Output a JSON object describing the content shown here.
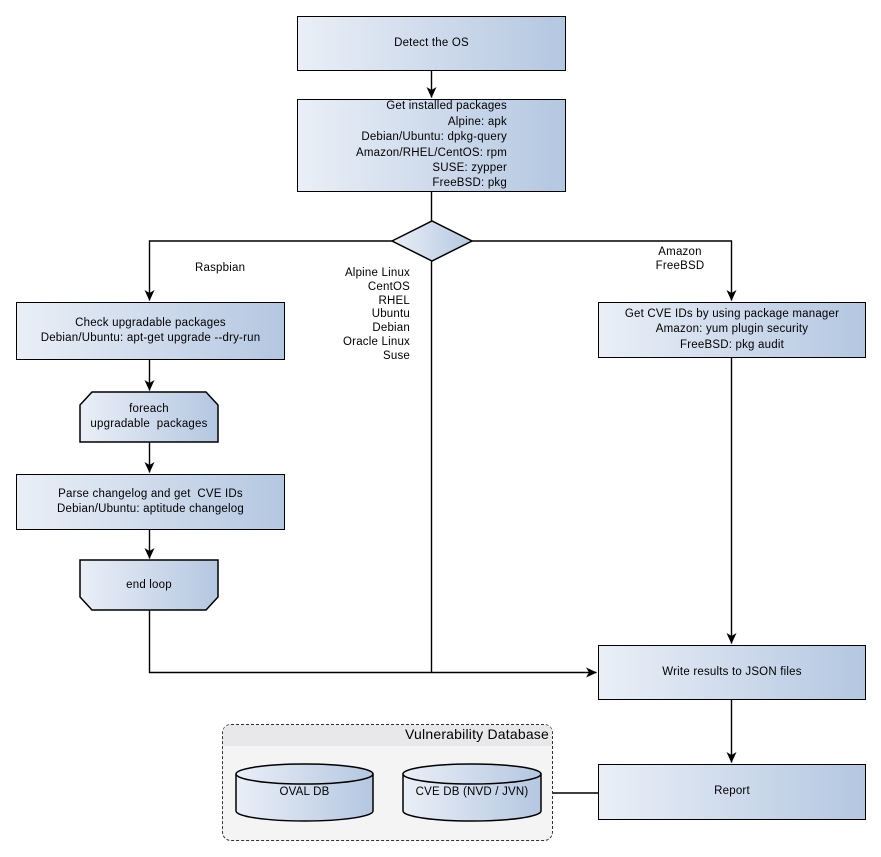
{
  "colors": {
    "node_fill_light": "#eaeff7",
    "node_fill_dark": "#b4c7e1",
    "node_border": "#000000",
    "connector": "#000000",
    "container_fill": "#f4f4f4",
    "container_title_fill": "#e8e8ea",
    "container_border": "#333333",
    "canvas_bg": "#ffffff",
    "text": "#000000"
  },
  "nodes": {
    "detect_os": {
      "label": "Detect the OS"
    },
    "get_installed_packages": {
      "lines": [
        "Get installed packages",
        "Alpine: apk",
        "Debian/Ubuntu: dpkg-query",
        "Amazon/RHEL/CentOS: rpm",
        "SUSE: zypper",
        "FreeBSD: pkg"
      ]
    },
    "check_upgradable": {
      "lines": [
        "Check upgradable packages",
        "Debian/Ubuntu: apt-get upgrade --dry-run"
      ]
    },
    "foreach_loop": {
      "lines": [
        "foreach",
        "upgradable  packages"
      ]
    },
    "parse_changelog": {
      "lines": [
        "Parse changelog and get  CVE IDs",
        "Debian/Ubuntu: aptitude changelog"
      ]
    },
    "end_loop": {
      "label": "end loop"
    },
    "get_cve_ids": {
      "lines": [
        "Get CVE IDs by using package manager",
        "Amazon: yum plugin security",
        "FreeBSD: pkg audit"
      ]
    },
    "write_results": {
      "label": "Write results to JSON files"
    },
    "report": {
      "label": "Report"
    },
    "oval_db": {
      "label": "OVAL DB"
    },
    "cve_db": {
      "label": "CVE DB (NVD / JVN)"
    },
    "vulnerability_database": {
      "title": "Vulnerability Database"
    }
  },
  "edge_labels": {
    "raspbian": "Raspbian",
    "decision_os_list": [
      "Alpine Linux",
      "CentOS",
      "RHEL",
      "Ubuntu",
      "Debian",
      "Oracle Linux",
      "Suse"
    ],
    "amazon_freebsd": [
      "Amazon",
      "FreeBSD"
    ]
  }
}
